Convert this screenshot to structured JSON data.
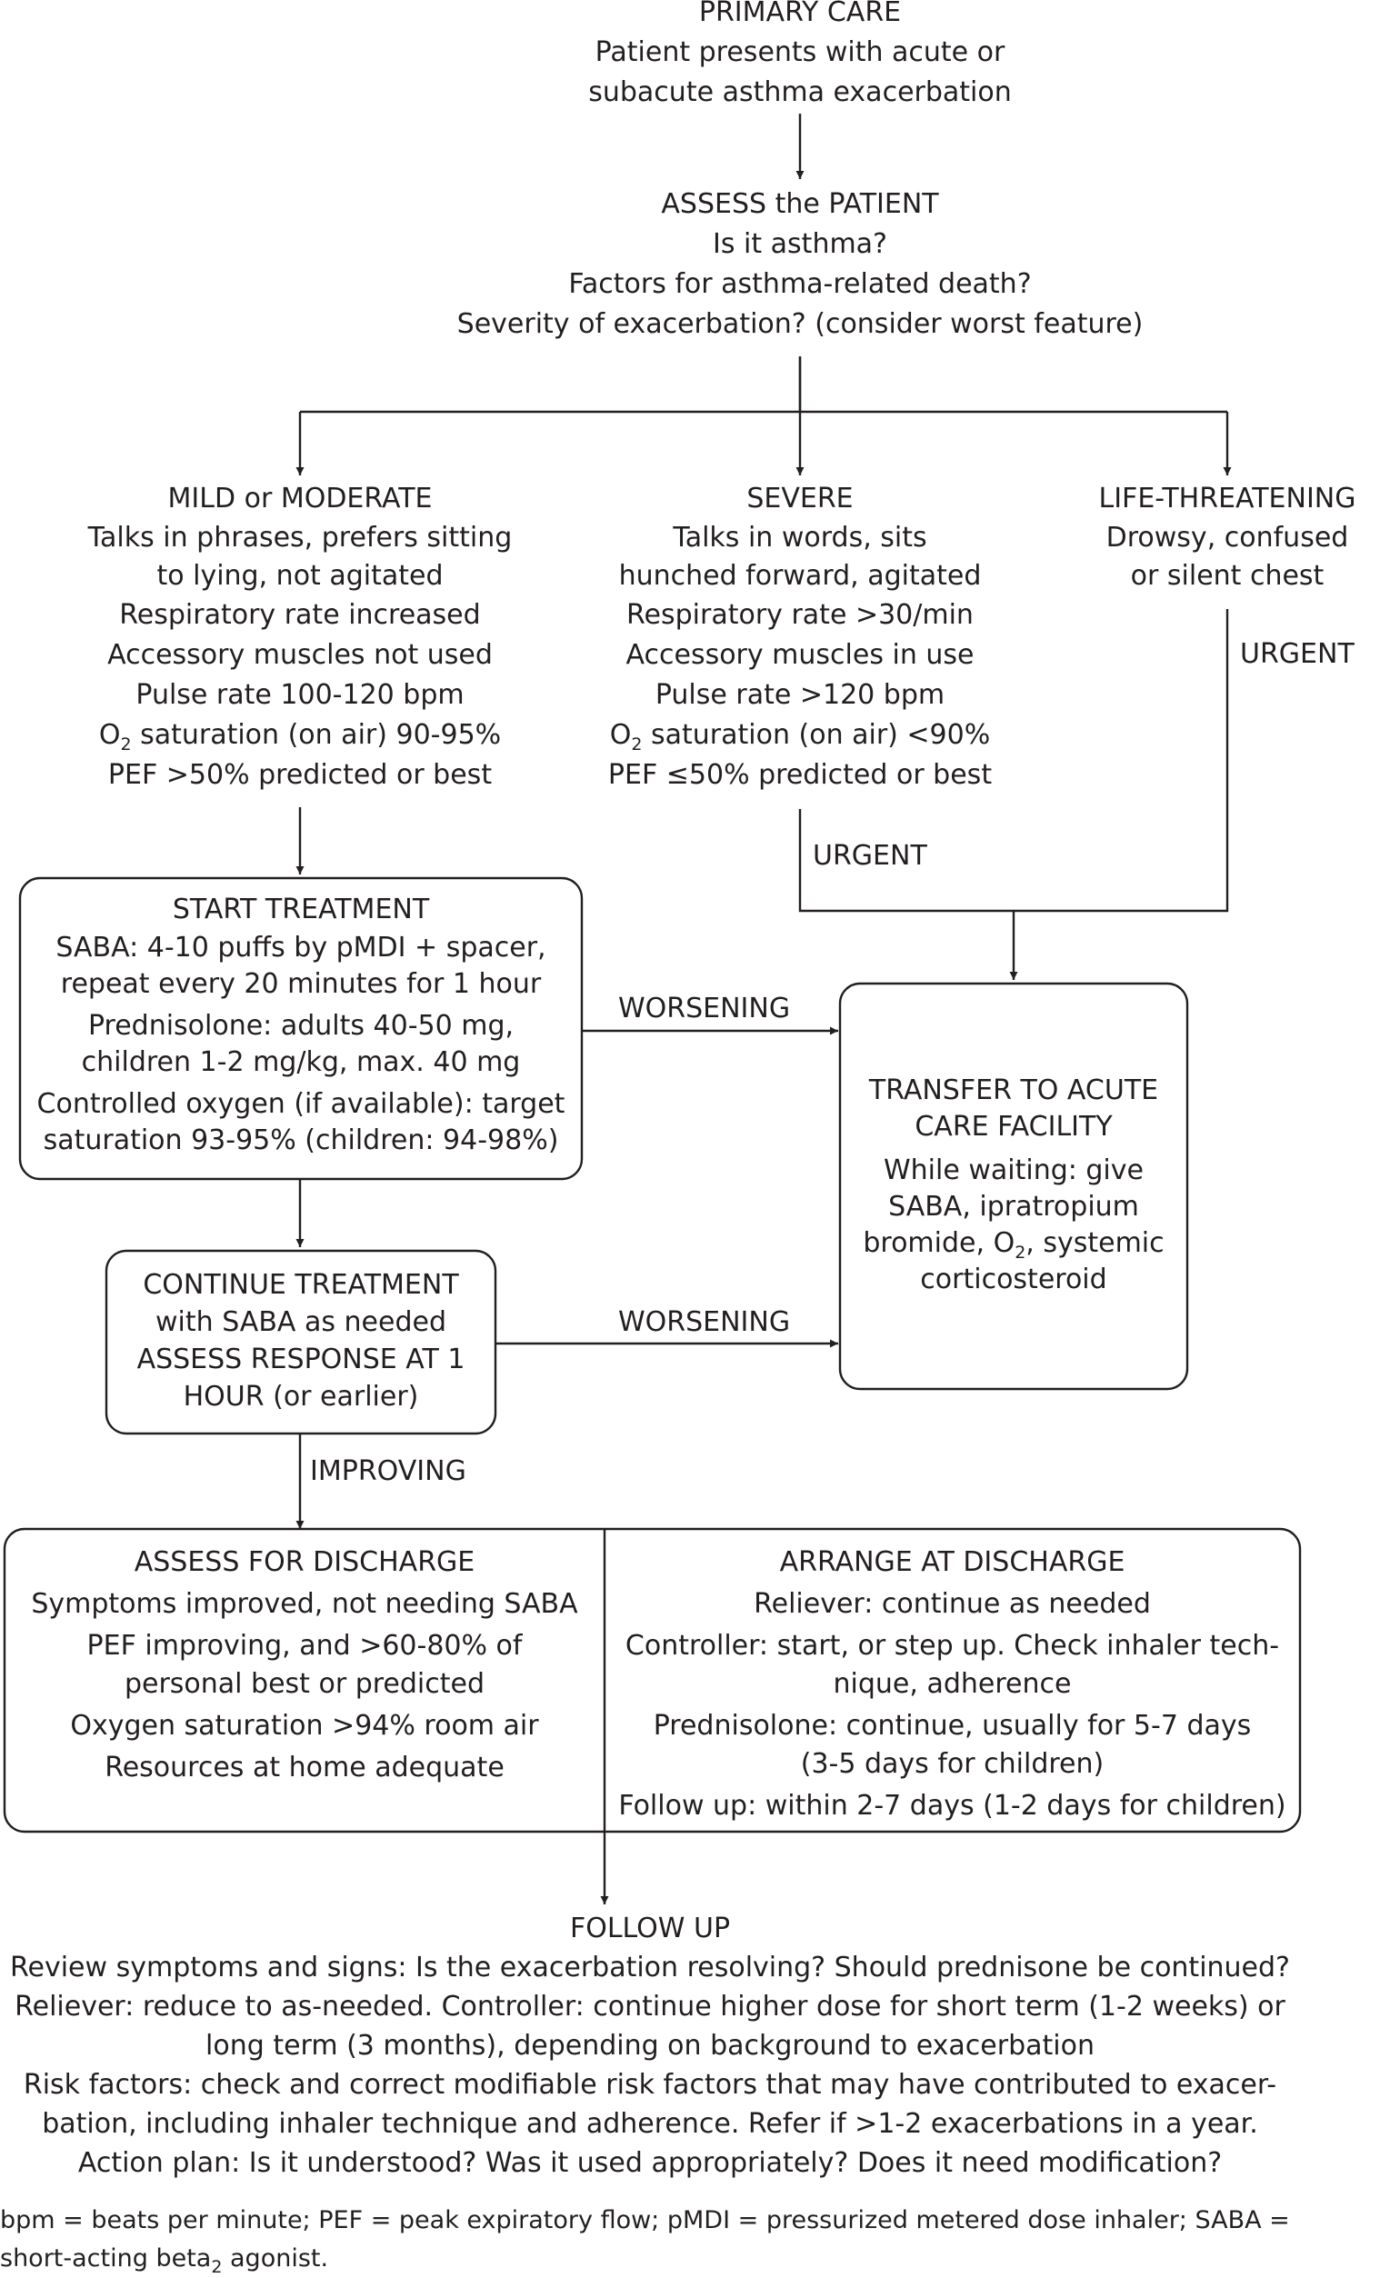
{
  "primary_care": {
    "heading": "PRIMARY CARE",
    "lines": [
      "Patient presents with acute or",
      "subacute asthma exacerbation"
    ]
  },
  "assess_patient": {
    "heading": "ASSESS the PATIENT",
    "lines": [
      "Is it asthma?",
      "Factors for asthma-related death?",
      "Severity of exacerbation? (consider worst feature)"
    ]
  },
  "mild_moderate": {
    "heading": "MILD or MODERATE",
    "lines": [
      "Talks in phrases, prefers sitting",
      "to lying, not agitated",
      "Respiratory rate increased",
      "Accessory muscles not used",
      "Pulse rate 100-120 bpm"
    ],
    "o2_prefix": "O",
    "o2_sub": "2",
    "o2_rest": " saturation (on air) 90-95%",
    "pef": "PEF >50% predicted or best"
  },
  "severe": {
    "heading": "SEVERE",
    "lines": [
      "Talks in words, sits",
      "hunched forward, agitated",
      "Respiratory rate >30/min",
      "Accessory muscles in use",
      "Pulse rate >120 bpm"
    ],
    "o2_prefix": "O",
    "o2_sub": "2",
    "o2_rest": " saturation (on air) <90%",
    "pef": "PEF ≤50% predicted or best"
  },
  "life_threatening": {
    "heading": "LIFE-THREATENING",
    "lines": [
      "Drowsy, confused",
      "or silent chest"
    ]
  },
  "labels": {
    "urgent_life": "URGENT",
    "urgent_severe": "URGENT",
    "worsening_1": "WORSENING",
    "worsening_2": "WORSENING",
    "improving": "IMPROVING"
  },
  "start_treatment": {
    "heading": "START TREATMENT",
    "lines": [
      "SABA: 4-10 puffs by pMDI + spacer,",
      "repeat every 20 minutes for 1 hour",
      "Prednisolone: adults 40-50 mg,",
      "children 1-2 mg/kg, max. 40 mg",
      "Controlled oxygen (if available): target",
      "saturation 93-95% (children: 94-98%)"
    ]
  },
  "transfer": {
    "heading_lines": [
      "TRANSFER TO ACUTE",
      "CARE FACILITY"
    ],
    "line1": "While waiting: give",
    "line2": "SABA, ipratropium",
    "line3_prefix": "bromide, O",
    "line3_sub": "2",
    "line3_rest": ", systemic",
    "line4": "corticosteroid"
  },
  "continue_treatment": {
    "lines": [
      "CONTINUE TREATMENT",
      "with SABA as needed",
      "ASSESS RESPONSE AT 1",
      "HOUR (or earlier)"
    ]
  },
  "assess_discharge": {
    "heading": "ASSESS FOR DISCHARGE",
    "lines": [
      "Symptoms improved, not needing SABA",
      "PEF improving, and >60-80% of",
      "personal best or predicted",
      "Oxygen saturation >94% room air",
      "Resources at home adequate"
    ]
  },
  "arrange_discharge": {
    "heading": "ARRANGE AT DISCHARGE",
    "lines": [
      "Reliever: continue as needed",
      "Controller: start, or step up. Check inhaler tech-",
      "nique, adherence",
      "Prednisolone: continue, usually for 5-7 days",
      "(3-5 days for children)",
      "Follow up: within 2-7 days (1-2 days for children)"
    ]
  },
  "follow_up": {
    "heading": "FOLLOW UP",
    "lines": [
      "Review symptoms and signs: Is the exacerbation resolving? Should prednisone be continued?",
      "Reliever: reduce to as-needed. Controller: continue higher dose for short term (1-2 weeks) or",
      "long term (3 months), depending on background to exacerbation",
      "Risk factors: check and correct modifiable risk factors that may have contributed to exacer-",
      "bation, including inhaler technique and adherence. Refer if >1-2 exacerbations in a year.",
      "Action plan: Is it understood? Was it used appropriately? Does it need modification?"
    ]
  },
  "footnote": {
    "line1": "bpm = beats per minute; PEF = peak expiratory flow; pMDI = pressurized metered dose inhaler; SABA =",
    "line2_prefix": "short-acting beta",
    "line2_sub": "2",
    "line2_rest": " agonist."
  }
}
